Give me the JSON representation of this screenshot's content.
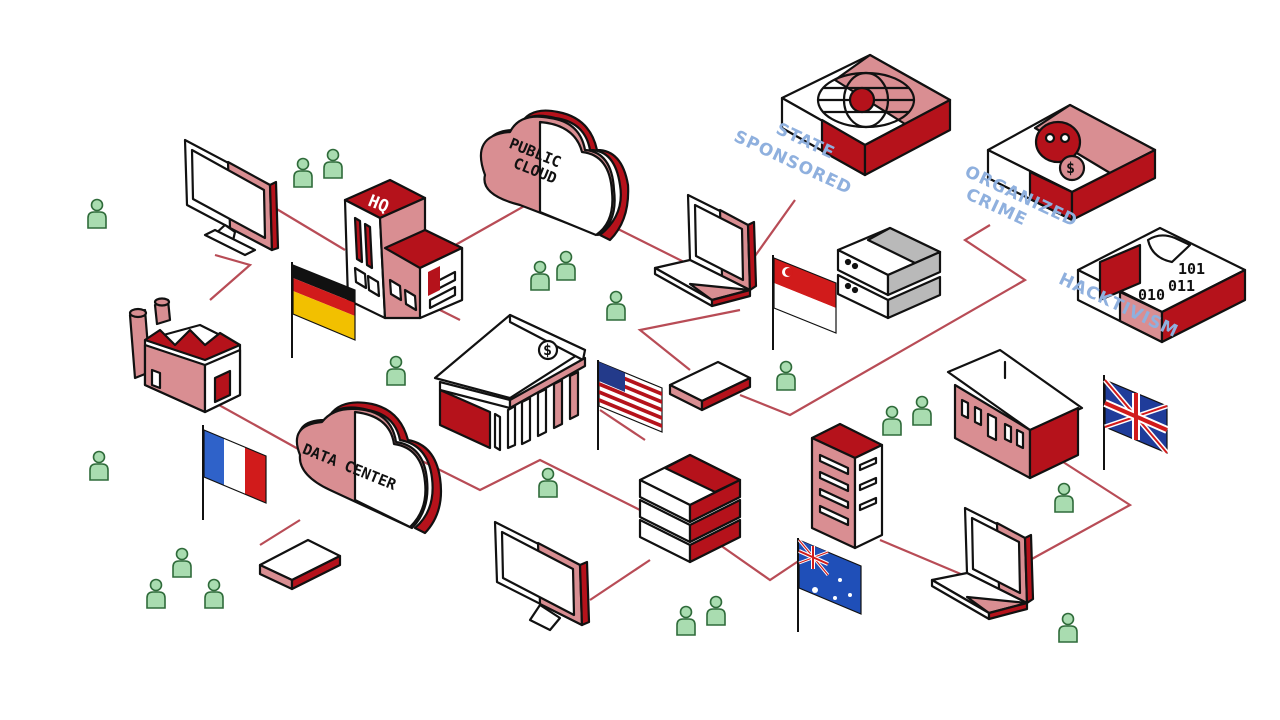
{
  "labels": {
    "hq": "HQ",
    "public_cloud_line1": "PUBLIC",
    "public_cloud_line2": "CLOUD",
    "data_center": "DATA CENTER",
    "state_line1": "STATE",
    "state_line2": "SPONSORED",
    "org_line1": "ORGANIZED",
    "org_line2": "CRIME",
    "hacktivism": "HACKTIVISM",
    "binary_1": "101",
    "binary_2": "011",
    "binary_3": "010",
    "dollar": "$"
  },
  "colors": {
    "accent": "#b5121b",
    "accent_light": "#d98e92",
    "line": "#b84c56",
    "label_blue": "#8fb0de",
    "person_green": "#a9dcb0",
    "outline": "#111111",
    "gray": "#b9b9b9"
  },
  "icons": [
    "monitor-icon",
    "hq-building-icon",
    "public-cloud-icon",
    "laptop-icon",
    "server-icon",
    "factory-icon",
    "bank-icon",
    "data-center-cloud-icon",
    "tablet-icon",
    "house-icon",
    "person-icon",
    "flag-icon",
    "state-sponsored-icon",
    "organized-crime-icon",
    "hacktivism-icon"
  ]
}
